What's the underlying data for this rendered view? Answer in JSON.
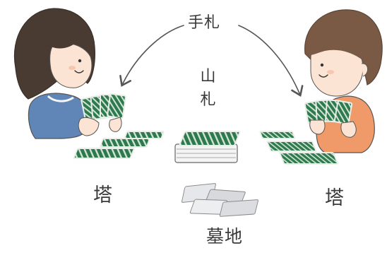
{
  "labels": {
    "hand": "手札",
    "deck_line1": "山",
    "deck_line2": "札",
    "tower_left": "塔",
    "tower_right": "塔",
    "graveyard": "墓地"
  },
  "colors": {
    "card_green": "#2f7a4c",
    "card_edge": "#e9eee9",
    "hair_left": "#4a3b32",
    "hair_right": "#7a5a45",
    "shirt_left": "#5f86b7",
    "shirt_right": "#f09a6a",
    "skin": "#fbe4d3",
    "outline": "#555555"
  }
}
